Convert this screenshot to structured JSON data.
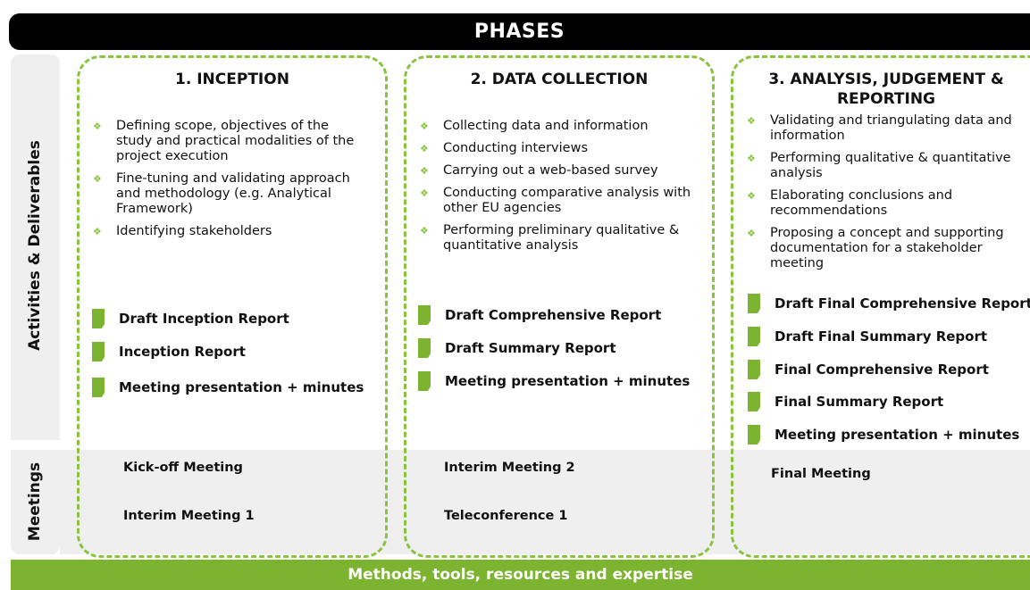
{
  "header": "PHASES",
  "footer": "Methods, tools, resources and expertise",
  "row_labels": {
    "activities": "Activities & Deliverables",
    "meetings": "Meetings"
  },
  "phases": [
    {
      "title_lines": [
        "1. INCEPTION"
      ],
      "activities": [
        "Defining scope, objectives of the study and practical modalities of the project execution",
        "Fine-tuning and validating approach and methodology (e.g. Analytical Framework)",
        "Identifying stakeholders"
      ],
      "deliverables": [
        "Draft Inception Report",
        "Inception Report",
        "Meeting presentation + minutes"
      ],
      "meetings": [
        "Kick-off Meeting",
        "Interim Meeting 1"
      ]
    },
    {
      "title_lines": [
        "2. DATA COLLECTION"
      ],
      "activities": [
        "Collecting data and information",
        "Conducting interviews",
        "Carrying out a web-based survey",
        "Conducting comparative analysis with other EU agencies",
        "Performing preliminary qualitative & quantitative analysis"
      ],
      "deliverables": [
        "Draft Comprehensive Report",
        "Draft Summary Report",
        "Meeting presentation + minutes"
      ],
      "meetings": [
        "Interim Meeting 2",
        "Teleconference 1"
      ]
    },
    {
      "title_lines": [
        "3. ANALYSIS, JUDGEMENT &",
        "REPORTING"
      ],
      "activities": [
        "Validating and triangulating data and information",
        "Performing qualitative & quantitative analysis",
        "Elaborating conclusions and recommendations",
        "Proposing a concept and supporting documentation for a stakeholder meeting"
      ],
      "deliverables": [
        "Draft Final Comprehensive Report",
        "Draft Final Summary Report",
        "Final Comprehensive Report",
        "Final Summary Report",
        "Meeting presentation + minutes"
      ],
      "meetings": [
        "Final Meeting"
      ]
    }
  ],
  "colors": {
    "accent": "#7cb330",
    "dash": "#8ac43f",
    "header": "#000000",
    "band": "#efefef"
  },
  "icons": {
    "bullet": "diamond-bullet-icon",
    "deliverable": "document-icon"
  }
}
